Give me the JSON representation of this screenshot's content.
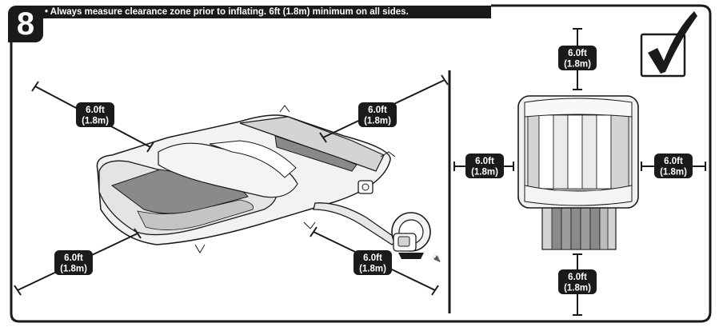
{
  "step": {
    "number": "8",
    "instruction": "• Always measure clearance zone prior to inflating. 6ft (1.8m) minimum on all sides."
  },
  "clearance_label": {
    "feet": "6.0ft",
    "meters": "(1.8m)"
  },
  "approval_icon": "checkmark-icon",
  "colors": {
    "ink": "#1a1a1a",
    "label_bg": "#1a1a1a",
    "label_text": "#ffffff",
    "shade_dark": "#8a8a8a",
    "shade_light": "#d4d4d4"
  }
}
